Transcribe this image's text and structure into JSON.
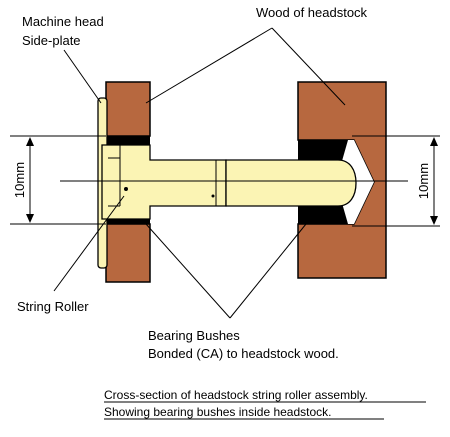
{
  "labels": {
    "machine_head": "Machine head",
    "side_plate": "Side-plate",
    "wood_of_headstock": "Wood of headstock",
    "dim_left": "10mm",
    "dim_right": "10mm",
    "string_roller": "String Roller",
    "bearing_bushes": "Bearing Bushes",
    "bonded": "Bonded (CA) to headstock wood."
  },
  "caption": {
    "line1": "Cross-section of headstock string roller assembly.",
    "line2": "Showing bearing bushes inside headstock."
  },
  "colors": {
    "wood": "#b7683f",
    "roller": "#fbf4b4",
    "bush": "#000000",
    "line": "#000000",
    "background": "#ffffff"
  }
}
